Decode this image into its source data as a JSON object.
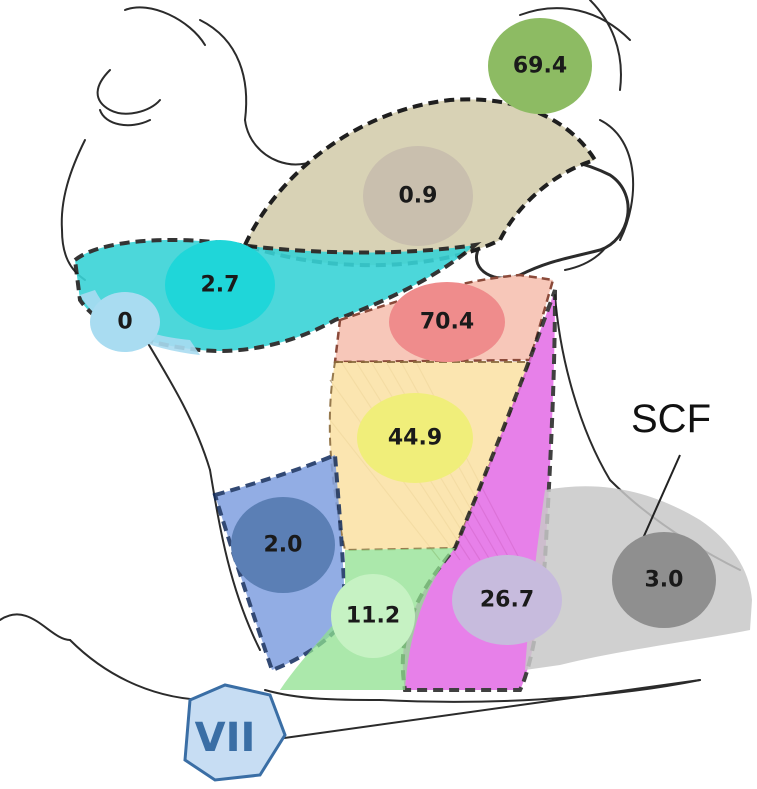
{
  "diagram": {
    "regions": [
      {
        "id": "parotid",
        "value": "69.4",
        "circle_color": "#8dbb63",
        "text_color": "#1a1a1a"
      },
      {
        "id": "submandibular",
        "value": "0.9",
        "circle_color": "#c9bfae",
        "text_color": "#1a1a1a"
      },
      {
        "id": "level-ib",
        "value": "2.7",
        "circle_color": "#1fd6d9",
        "text_color": "#1a1a1a"
      },
      {
        "id": "level-ia",
        "value": "0",
        "circle_color": "#a9dcf1",
        "text_color": "#1a1a1a"
      },
      {
        "id": "level-ii",
        "value": "70.4",
        "circle_color": "#ef8c8c",
        "text_color": "#1a1a1a"
      },
      {
        "id": "level-iii",
        "value": "44.9",
        "circle_color": "#f0ee7a",
        "text_color": "#1a1a1a"
      },
      {
        "id": "level-vi",
        "value": "2.0",
        "circle_color": "#5b7fb5",
        "text_color": "#1a1a1a"
      },
      {
        "id": "level-iv",
        "value": "11.2",
        "circle_color": "#c6f2c3",
        "text_color": "#1a1a1a"
      },
      {
        "id": "level-v",
        "value": "26.7",
        "circle_color": "#c7bbdd",
        "text_color": "#1a1a1a"
      },
      {
        "id": "supraclavicular",
        "value": "3.0",
        "circle_color": "#8f8f8f",
        "text_color": "#1a1a1a"
      }
    ],
    "scf_label": "SCF",
    "vii_label": "VII",
    "colors": {
      "outline": "#222222",
      "dashed_border": "#1f1f1f",
      "parotid_fill": "#d8d2b5",
      "level_ib_fill": "#39d3d6",
      "level_ii_fill": "#f7c7b9",
      "level_iii_fill": "#fbe3a8",
      "level_vi_fill": "#7f9fe0",
      "level_iv_fill": "#8fe08f",
      "level_v_fill": "#e36ae6",
      "scf_fill": "#c8c8c8",
      "vii_fill": "#c7ddf3"
    }
  }
}
